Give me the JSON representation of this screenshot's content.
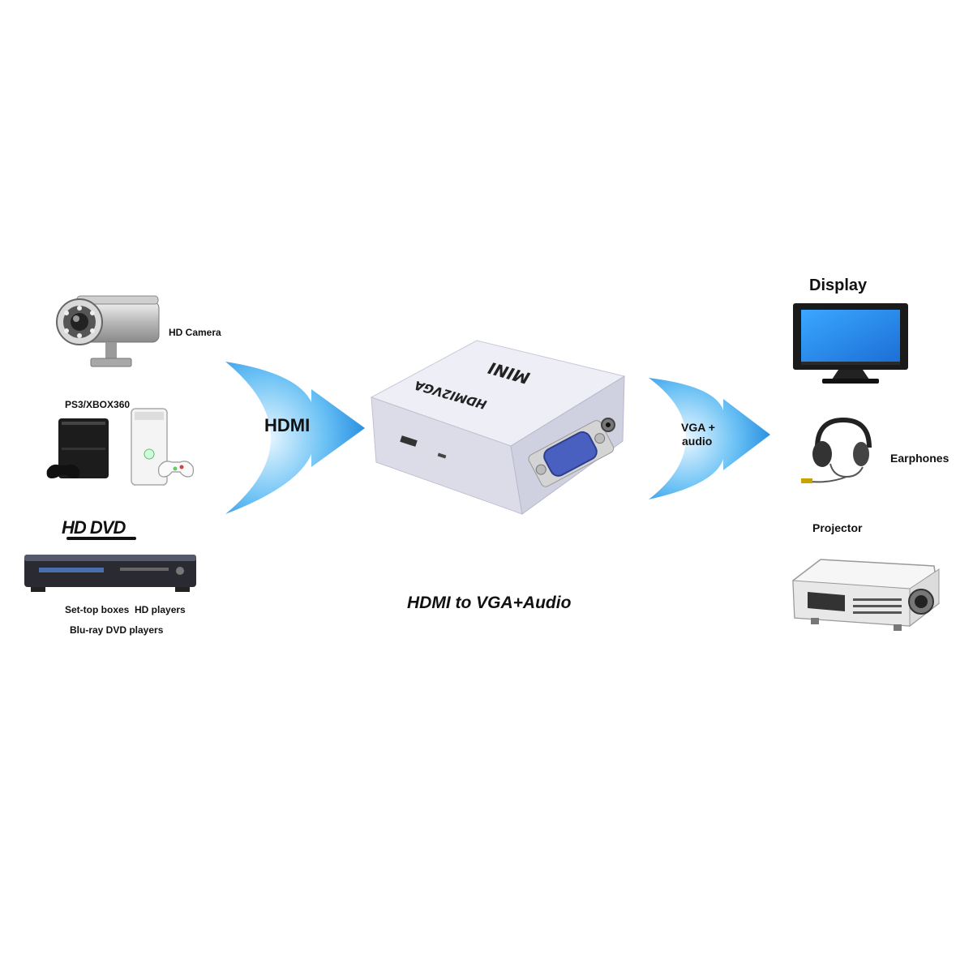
{
  "inputs": {
    "hd_camera": "HD Camera",
    "consoles": "PS3/XBOX360",
    "hd_dvd_logo": "HD DVD",
    "set_top_line": "Set-top boxes  HD players",
    "blu_ray_line": "Blu-ray DVD players"
  },
  "arrows": {
    "input_label": "HDMI",
    "output_label_line1": "VGA +",
    "output_label_line2": "audio"
  },
  "device": {
    "top_label": "MINI",
    "side_label": "HDMI2VGA"
  },
  "caption": "HDMI to VGA+Audio",
  "outputs": {
    "display": "Display",
    "earphones": "Earphones",
    "projector": "Projector"
  },
  "colors": {
    "arrow_blue": "#1e8fe0",
    "arrow_light": "#e8f6ff",
    "device_body": "#e9e9f3",
    "vga_blue": "#4a60c0"
  },
  "icons": [
    "camera-icon",
    "ps3-console-icon",
    "xbox-console-icon",
    "dvd-player-icon",
    "display-icon",
    "earphones-icon",
    "projector-icon"
  ]
}
